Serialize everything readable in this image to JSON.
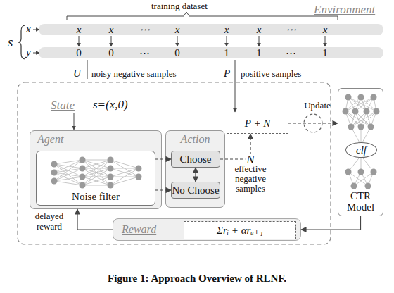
{
  "diagram": {
    "caption": "Figure 1: Approach Overview of RLNF.",
    "nodes": [
      {
        "text": [
          "x",
          "x",
          "⋯",
          "x",
          "x",
          "x",
          "⋯",
          "x"
        ]
      },
      {
        "text": [
          "0",
          "0",
          "⋯",
          "0",
          "1",
          "1",
          "⋯",
          "1"
        ]
      },
      {
        "text": [
          "Agent"
        ]
      },
      {
        "text": [
          "Noise filter"
        ],
        "in": 2
      },
      {
        "text": [
          "Action"
        ]
      },
      {
        "text": [
          "Choose"
        ],
        "in": 4
      },
      {
        "text": [
          "No Choose"
        ],
        "in": 4
      },
      {
        "text": [
          "P + N"
        ]
      },
      {
        "text": [
          "CTR Model"
        ]
      },
      {
        "text": [
          "clf"
        ],
        "in": 8
      },
      {
        "text": [
          "Reward"
        ]
      },
      {
        "text": [
          "Σrᵢ + αrᵤ₊₁"
        ],
        "in": 10
      }
    ],
    "edges": [
      {
        "from": 3,
        "to": 5,
        "arrow": "to"
      },
      {
        "from": 3,
        "to": 6,
        "arrow": "to"
      },
      {
        "from": 5,
        "to": 6,
        "arrow": "both"
      },
      {
        "from": 5,
        "to": 7,
        "arrow": "to",
        "label": "N"
      },
      {
        "from": 7,
        "to": 8,
        "arrow": "to",
        "label": "Update"
      },
      {
        "from": 8,
        "to": 10,
        "arrow": "to"
      },
      {
        "from": 10,
        "to": 2,
        "arrow": "to",
        "label": "delayed reward"
      }
    ],
    "labels": [
      "training dataset",
      "Environment",
      "s",
      "x",
      "y",
      "U",
      "noisy negative samples",
      "P",
      "positive samples",
      "State",
      "s=(x,0)",
      "effective negative samples"
    ]
  }
}
